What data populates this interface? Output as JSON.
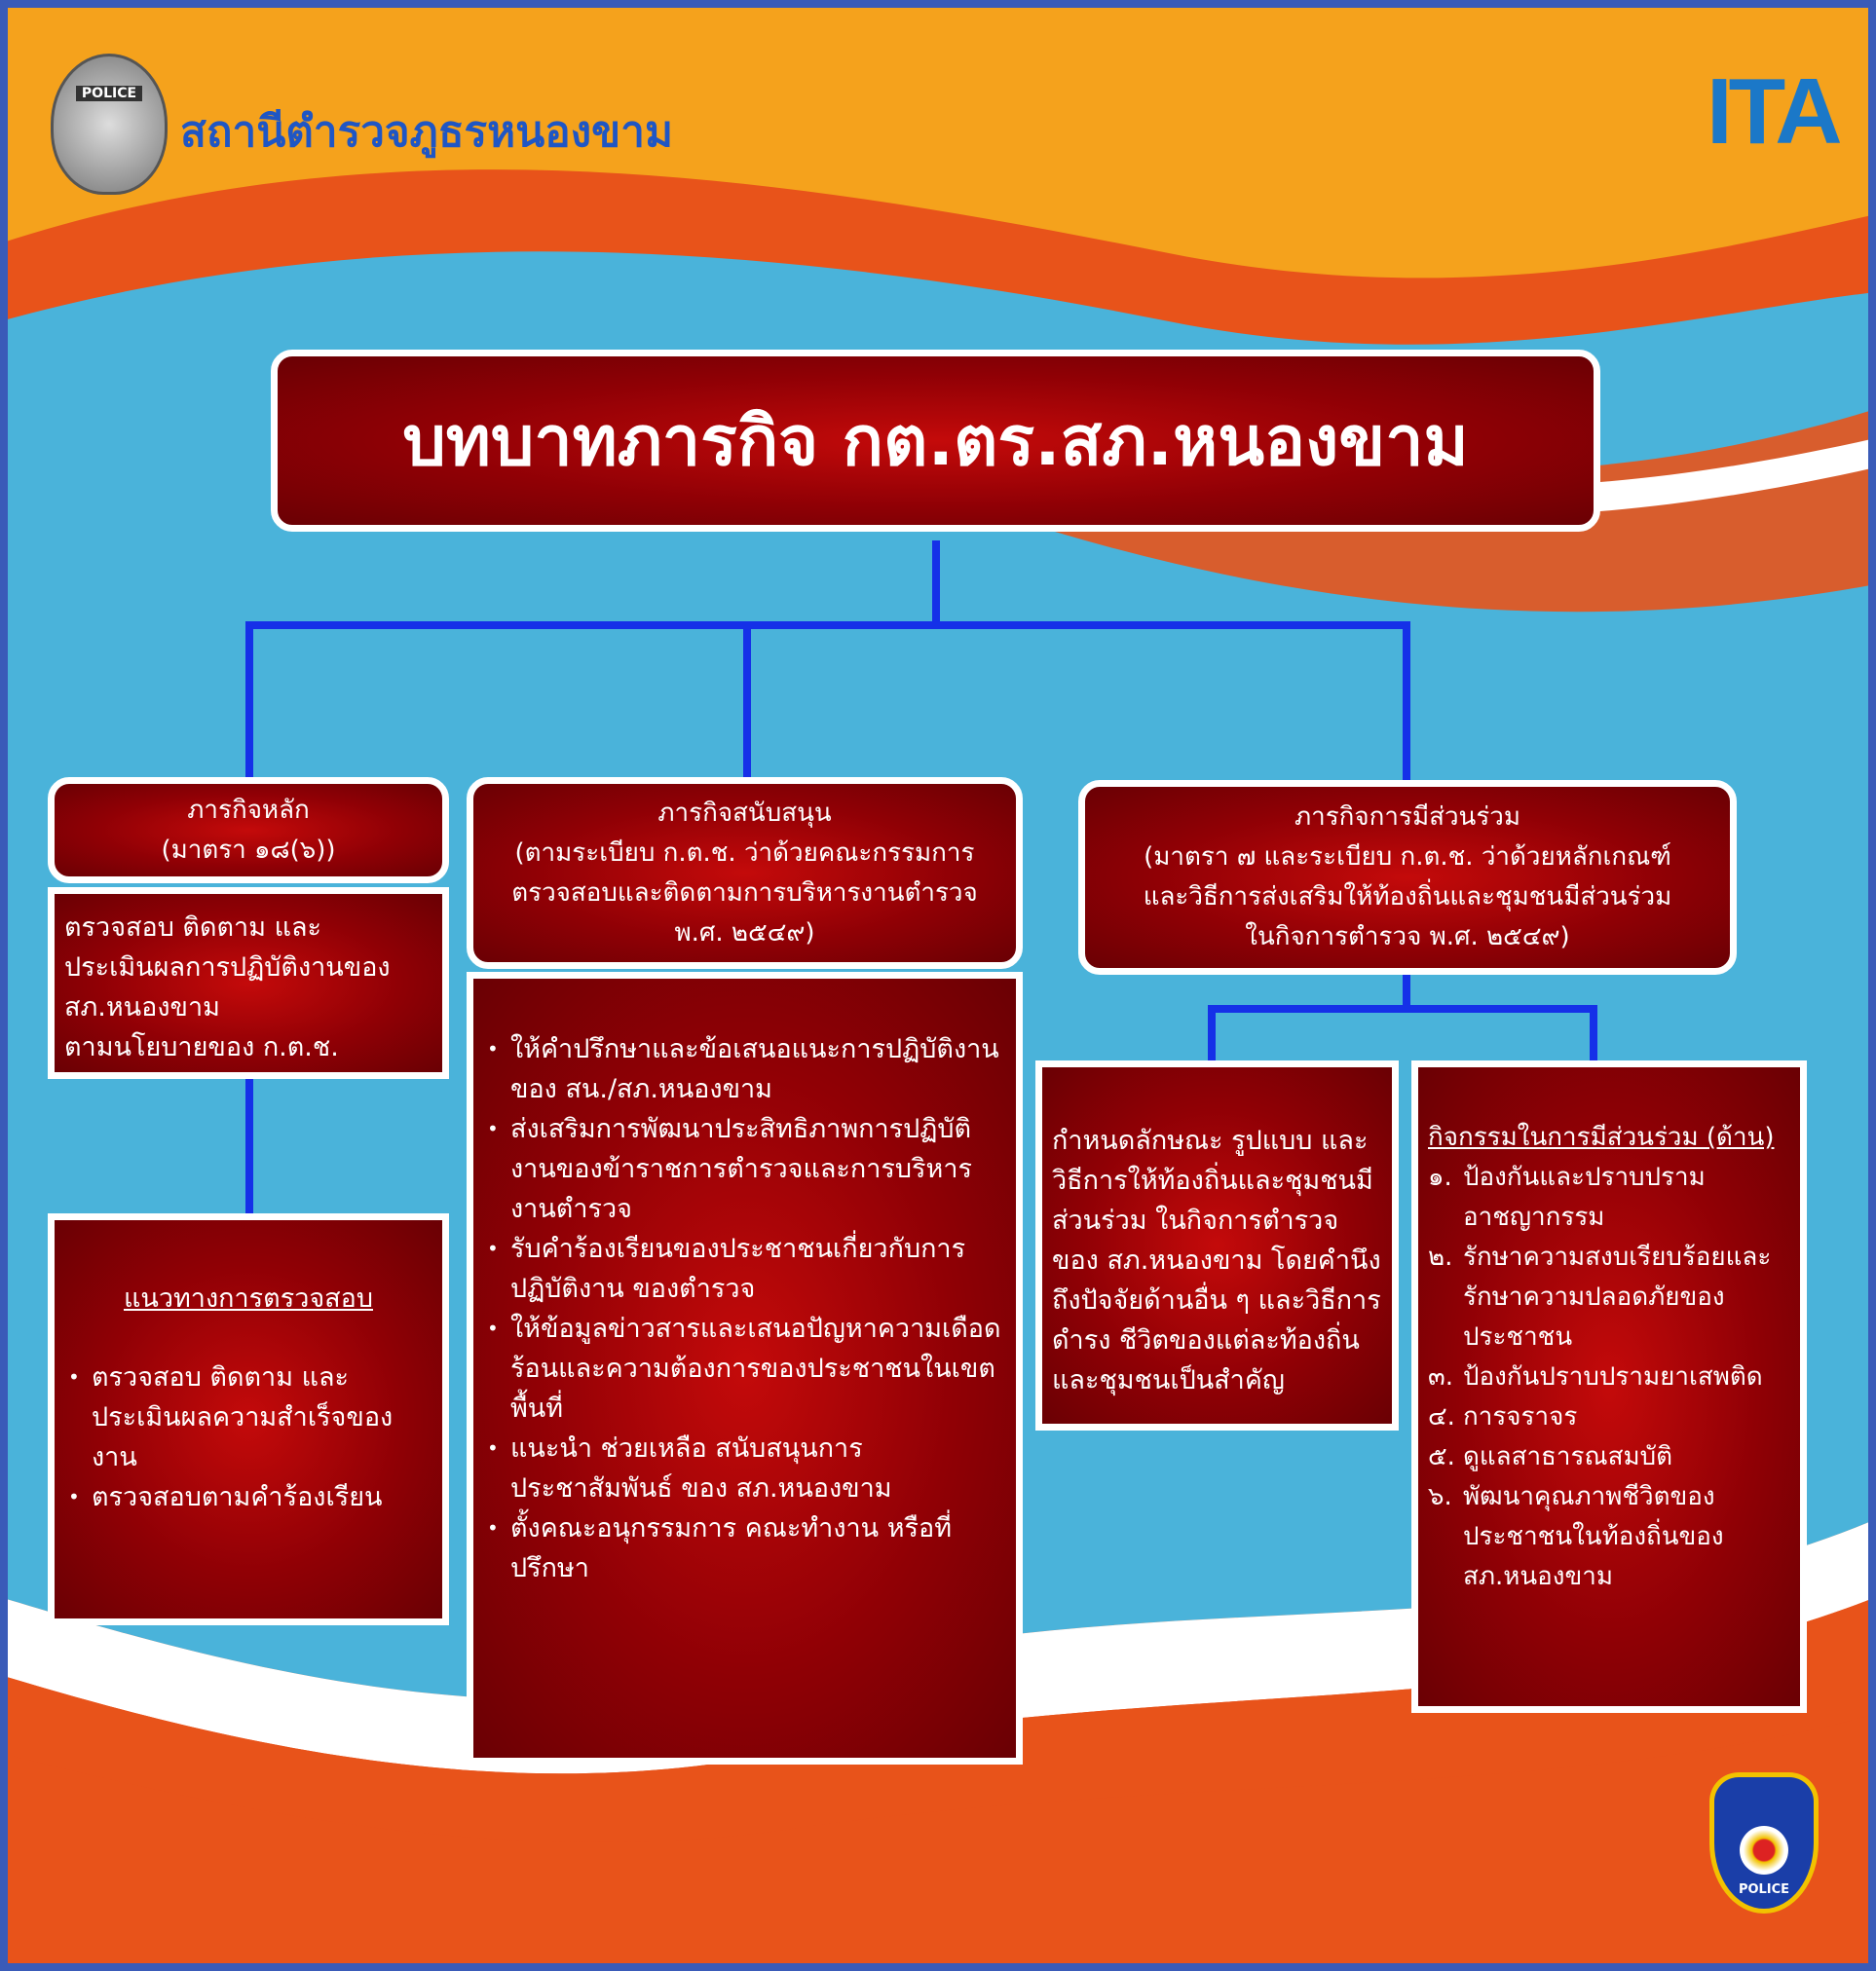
{
  "header": {
    "station_name": "สถานีตำรวจภูธรหนองขาม",
    "police_logo_text": "POLICE",
    "ita_logo_text": "ITA",
    "badge_text": "POLICE"
  },
  "title": "บทบาทภารกิจ กต.ตร.สภ.หนองขาม",
  "main_mission": {
    "title": "ภารกิจหลัก",
    "subtitle": "(มาตรา ๑๘(๖))",
    "description": [
      "ตรวจสอบ ติดตาม และ",
      "ประเมินผลการปฏิบัติงานของ",
      "สภ.หนองขาม",
      "ตามนโยบายของ ก.ต.ช."
    ],
    "guidelines_title": "แนวทางการตรวจสอบ",
    "guidelines": [
      "ตรวจสอบ ติดตาม และประเมินผลความสำเร็จของงาน",
      "ตรวจสอบตามคำร้องเรียน"
    ]
  },
  "support_mission": {
    "title": "ภารกิจสนับสนุน",
    "subtitle": [
      "(ตามระเบียบ ก.ต.ช. ว่าด้วยคณะกรรมการ",
      "ตรวจสอบและติดตามการบริหารงานตำรวจ",
      "พ.ศ. ๒๕๔๙)"
    ],
    "items": [
      "ให้คำปรึกษาและข้อเสนอแนะการปฏิบัติงาน ของ สน./สภ.หนองขาม",
      "ส่งเสริมการพัฒนาประสิทธิภาพการปฏิบัติงานของข้าราชการตำรวจและการบริหารงานตำรวจ",
      "รับคำร้องเรียนของประชาชนเกี่ยวกับการปฏิบัติงาน ของตำรวจ",
      "ให้ข้อมูลข่าวสารและเสนอปัญหาความเดือดร้อนและความต้องการของประชาชนในเขตพื้นที่",
      "แนะนำ ช่วยเหลือ สนับสนุนการประชาสัมพันธ์ ของ สภ.หนองขาม",
      "ตั้งคณะอนุกรรมการ คณะทำงาน หรือที่ปรึกษา"
    ]
  },
  "participation_mission": {
    "title": "ภารกิจการมีส่วนร่วม",
    "subtitle": [
      "(มาตรา ๗ และระเบียบ ก.ต.ช. ว่าด้วยหลักเกณฑ์",
      "และวิธีการส่งเสริมให้ท้องถิ่นและชุมชนมีส่วนร่วม",
      "ในกิจการตำรวจ พ.ศ. ๒๕๔๙)"
    ],
    "description": "กำหนดลักษณะ รูปแบบ และวิธีการให้ท้องถิ่นและชุมชนมีส่วนร่วม ในกิจการตำรวจของ สภ.หนองขาม โดยคำนึงถึงปัจจัยด้านอื่น ๆ และวิธีการดำรง ชีวิตของแต่ละท้องถิ่นและชุมชนเป็นสำคัญ",
    "activities_title": "กิจกรรมในการมีส่วนร่วม (ด้าน)",
    "activities": [
      {
        "n": "๑.",
        "text": "ป้องกันและปราบปรามอาชญากรรม"
      },
      {
        "n": "๒.",
        "text": "รักษาความสงบเรียบร้อยและรักษาความปลอดภัยของประชาชน"
      },
      {
        "n": "๓.",
        "text": "ป้องกันปราบปรามยาเสพติด"
      },
      {
        "n": "๔.",
        "text": "การจราจร"
      },
      {
        "n": "๕.",
        "text": "ดูแลสาธารณสมบัติ"
      },
      {
        "n": "๖.",
        "text": "พัฒนาคุณภาพชีวิตของประชาชนในท้องถิ่นของ สภ.หนองขาม"
      }
    ]
  },
  "colors": {
    "connector": "#1530e8",
    "box_red": "#9a0006",
    "background_orange": "#f5a21c",
    "background_blue": "#4ab3da"
  }
}
